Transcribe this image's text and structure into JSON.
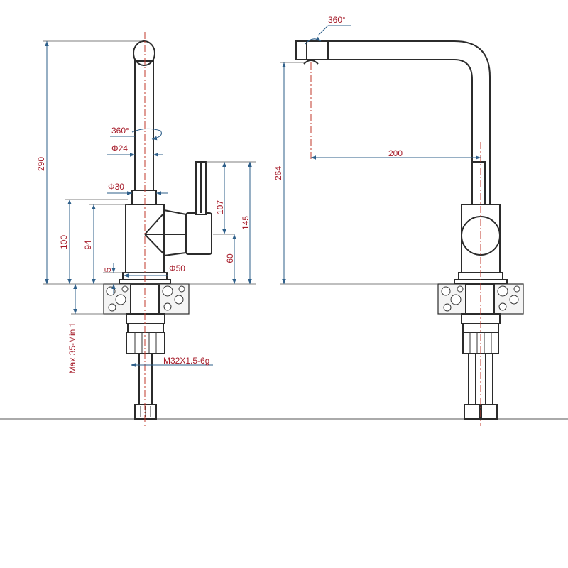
{
  "side_view": {
    "dimensions": {
      "total_height": "290",
      "swivel": "360°",
      "spout_diameter": "Φ24",
      "column_diameter": "Φ30",
      "body_height": "100",
      "handle_axis_height": "94",
      "base_height": "5",
      "base_diameter": "Φ50",
      "handle_length": "107",
      "handle_top": "145",
      "handle_bottom": "60",
      "counter_thickness": "Max 35-Min 1",
      "thread": "M32X1.5-6g"
    }
  },
  "front_view": {
    "dimensions": {
      "swivel": "360°",
      "spout_reach": "200",
      "spout_height": "264"
    }
  },
  "colors": {
    "dimension_text": "#a61c2a",
    "dimension_line": "#2e5f8a",
    "center_line": "#c0392b",
    "outline": "#2b2b2b"
  }
}
